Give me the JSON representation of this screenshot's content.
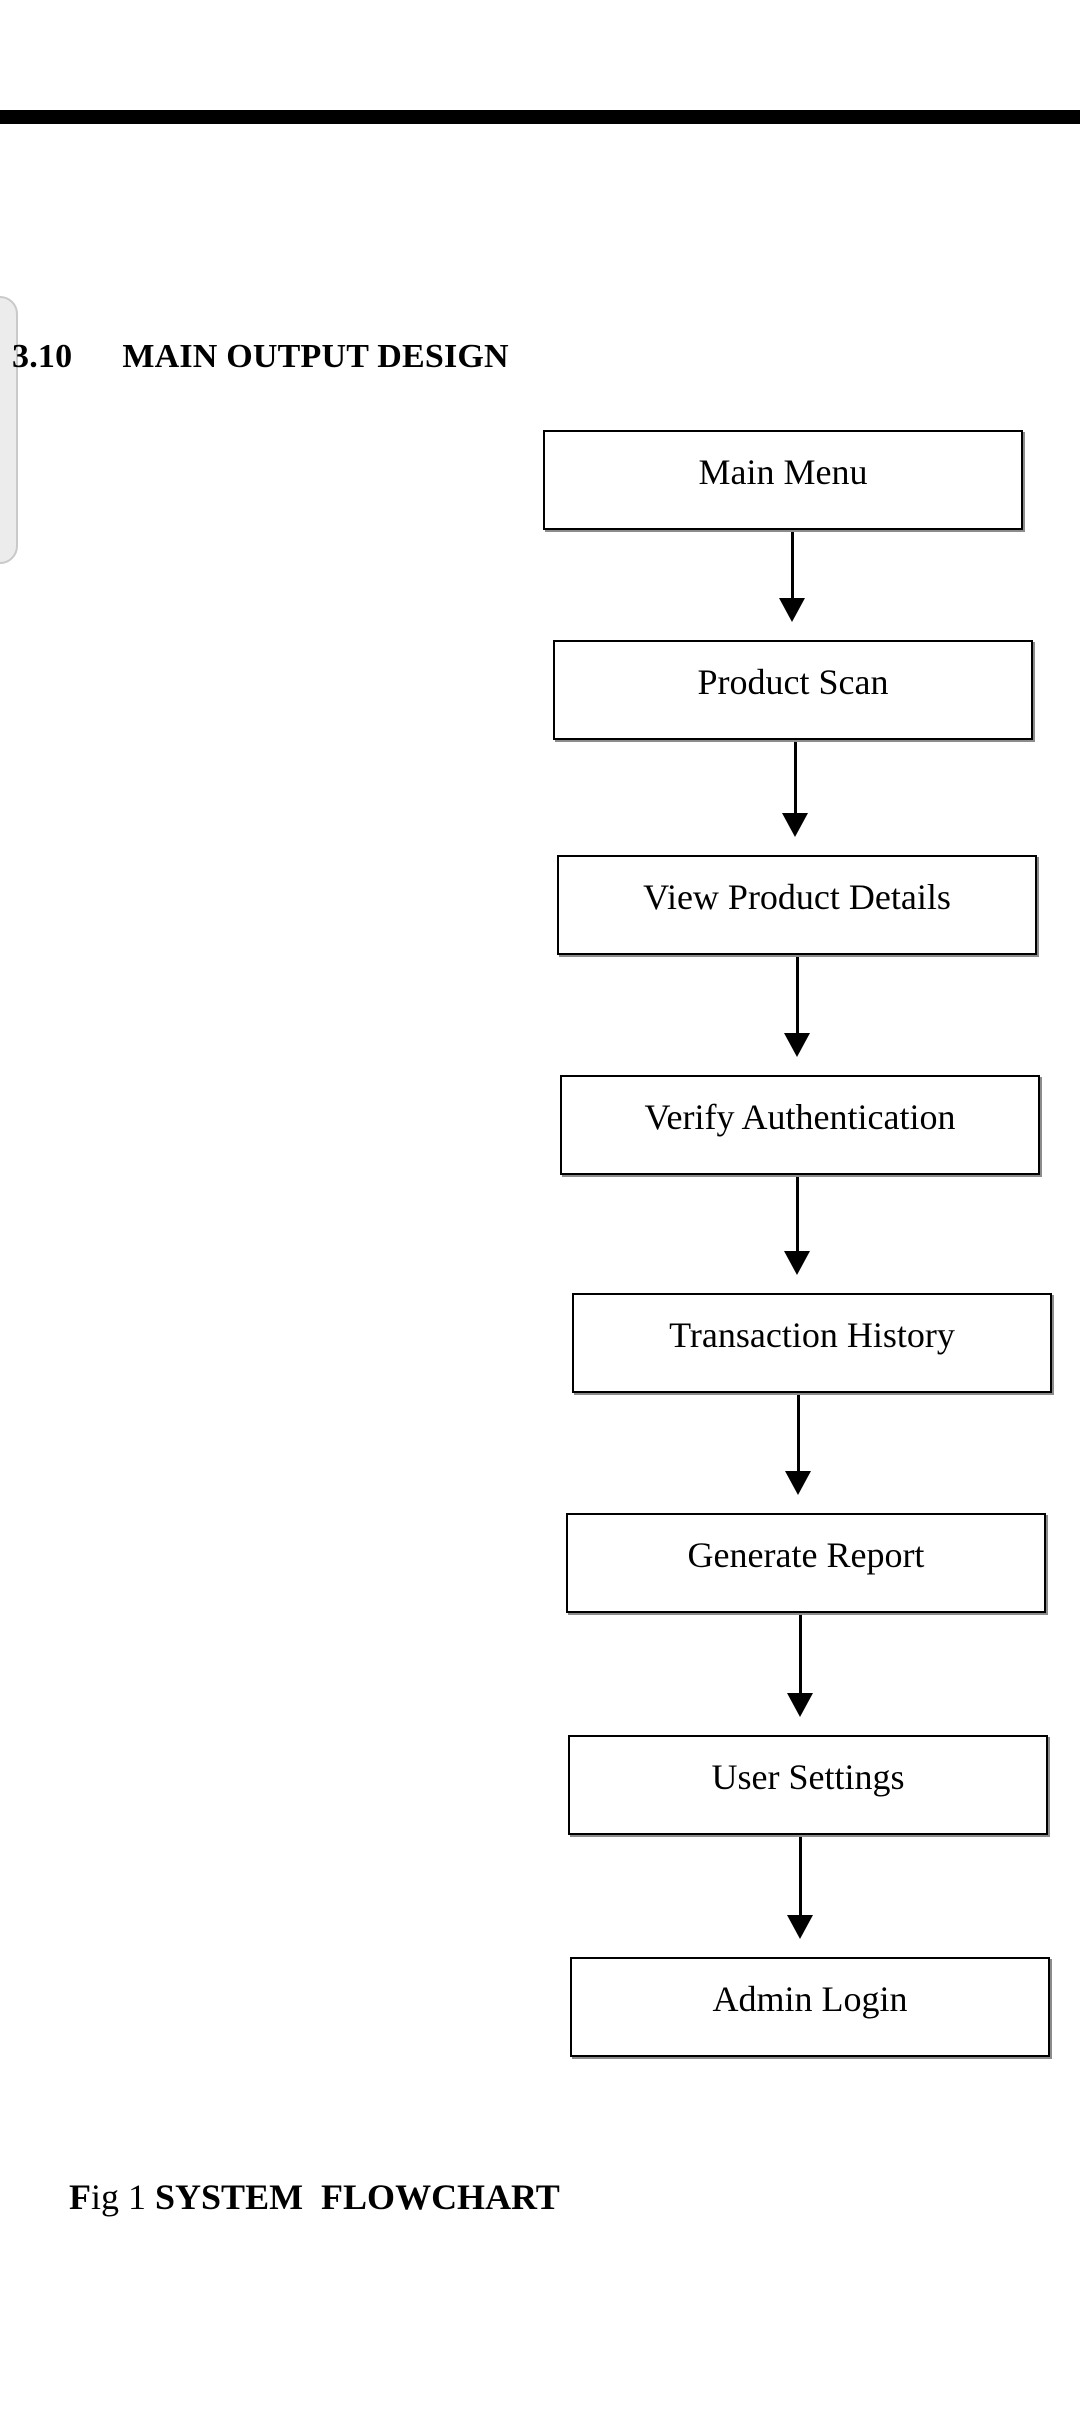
{
  "document": {
    "section_heading": {
      "number": "3.10",
      "title": "MAIN OUTPUT DESIGN"
    },
    "flowchart": {
      "type": "flowchart",
      "direction": "top-down",
      "nodes": [
        {
          "label": "Main Menu"
        },
        {
          "label": "Product Scan"
        },
        {
          "label": "View Product Details"
        },
        {
          "label": "Verify Authentication"
        },
        {
          "label": "Transaction History"
        },
        {
          "label": "Generate Report"
        },
        {
          "label": "User Settings"
        },
        {
          "label": "Admin Login"
        }
      ],
      "connections": "sequential-down-arrows"
    },
    "figure_caption": {
      "prefix_bold": "F",
      "prefix_regular": "ig 1 ",
      "label": "SYSTEM  FLOWCHART"
    }
  },
  "colors": {
    "page_background": "#ffffff",
    "divider_bar": "#000000",
    "box_border": "#000000",
    "text": "#000000",
    "side_tab_fill": "#ececec",
    "side_tab_border": "#c9c9c9"
  }
}
